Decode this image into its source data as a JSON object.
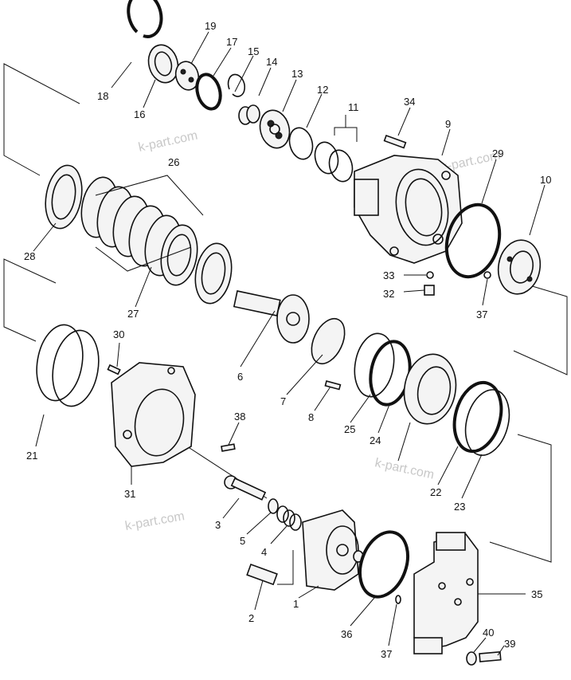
{
  "watermark": "k-part.com",
  "labels": {
    "p1": "1",
    "p2": "2",
    "p3": "3",
    "p4": "4",
    "p5": "5",
    "p6": "6",
    "p7": "7",
    "p8": "8",
    "p9": "9",
    "p10": "10",
    "p11": "11",
    "p12": "12",
    "p13": "13",
    "p14": "14",
    "p15": "15",
    "p16": "16",
    "p17": "17",
    "p18": "18",
    "p19": "19",
    "p21": "21",
    "p22": "22",
    "p23": "23",
    "p24": "24",
    "p25": "25",
    "p26": "26",
    "p27": "27",
    "p28": "28",
    "p29": "29",
    "p30": "30",
    "p31": "31",
    "p32": "32",
    "p33": "33",
    "p34": "34",
    "p35": "35",
    "p36": "36",
    "p37a": "37",
    "p37b": "37",
    "p38": "38",
    "p39": "39",
    "p40": "40"
  }
}
